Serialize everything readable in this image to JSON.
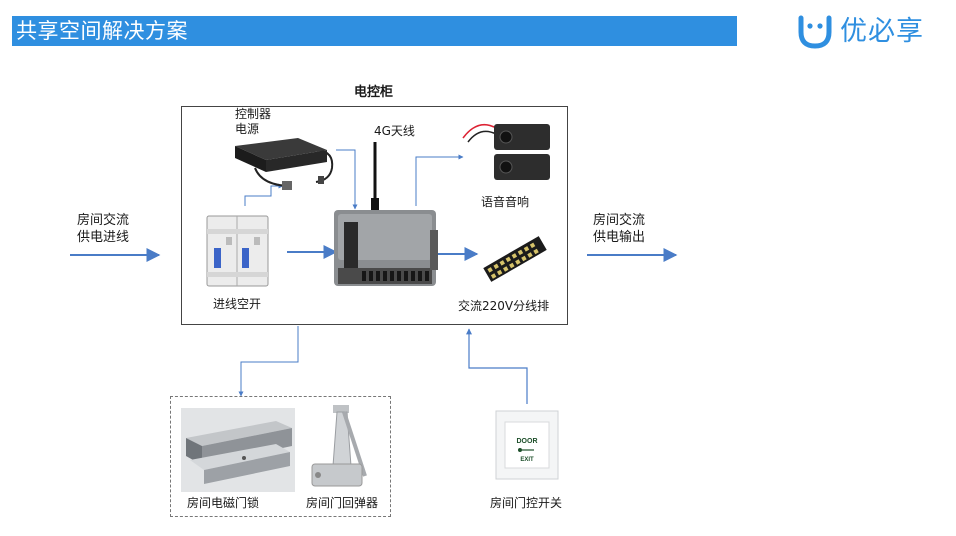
{
  "header": {
    "title": "共享空间解决方案",
    "brand": "优必享",
    "colors": {
      "accent": "#2f8fe0",
      "arrow": "#4a7cc7"
    }
  },
  "diagram": {
    "cabinet_title": "电控柜",
    "input_label": [
      "房间交流",
      "供电进线"
    ],
    "output_label": [
      "房间交流",
      "供电输出"
    ],
    "components": {
      "power_supply": [
        "控制器",
        "电源"
      ],
      "antenna": "4G天线",
      "speaker": "语音音响",
      "breaker": "进线空开",
      "terminal": "交流220V分线排",
      "maglock": "房间电磁门锁",
      "closer": "房间门回弹器",
      "exit_switch": "房间门控开关",
      "exit_switch_text": [
        "DOOR",
        "EXIT"
      ]
    }
  }
}
